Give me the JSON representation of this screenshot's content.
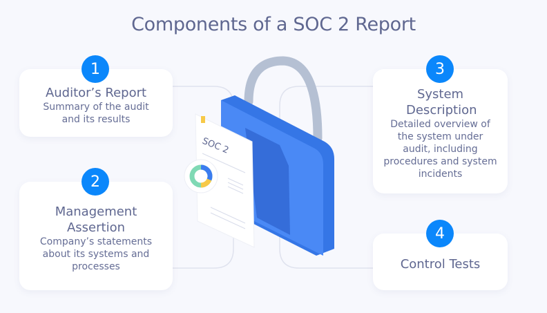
{
  "title": "Components of a SOC 2 Report",
  "illustration": {
    "document_label": "SOC 2"
  },
  "components": [
    {
      "number": "1",
      "title": "Auditor’s Report",
      "description": "Summary of the audit and its results"
    },
    {
      "number": "2",
      "title": "Management Assertion",
      "description": "Company’s statements about its systems and processes"
    },
    {
      "number": "3",
      "title": "System Description",
      "description": "Detailed overview of the system under audit, including procedures and system incidents"
    },
    {
      "number": "4",
      "title": "Control Tests",
      "description": ""
    }
  ],
  "colors": {
    "accent": "#0b87fb",
    "text": "#5f6790",
    "background": "#f7f8fd",
    "lock": "#3b7cef"
  }
}
